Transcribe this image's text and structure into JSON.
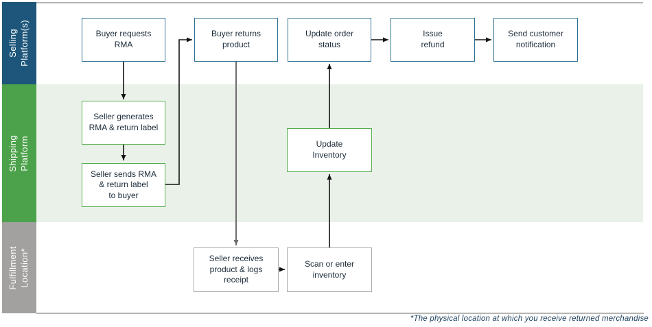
{
  "colors": {
    "band_blue": "#1d567a",
    "band_green": "#4ca24a",
    "band_gray": "#a2a19f",
    "lane_green_bg": "#e9f1e8",
    "border_blue": "#2e7093",
    "border_green": "#58ae52",
    "border_gray": "#ababab",
    "arrow": "#141414",
    "arrow_gray": "#6d6d6d",
    "text": "#1b2a38",
    "footnote_text": "#1c3f5e",
    "divider": "#b5b5b3"
  },
  "lanes": [
    {
      "label": "Selling\nPlatform(s)"
    },
    {
      "label": "Shipping\nPlatform"
    },
    {
      "label": "Fulfillment\nLocation*"
    }
  ],
  "nodes": {
    "buyer_requests_rma": "Buyer requests\nRMA",
    "buyer_returns_product": "Buyer returns\nproduct",
    "update_order_status": "Update order\nstatus",
    "issue_refund": "Issue\nrefund",
    "send_customer_notification": "Send customer\nnotification",
    "seller_generates_rma": "Seller generates\nRMA & return label",
    "seller_sends_rma": "Seller sends RMA\n& return label\nto buyer",
    "update_inventory": "Update\nInventory",
    "seller_receives_product": "Seller receives\nproduct & logs\nreceipt",
    "scan_or_enter_inventory": "Scan or enter\ninventory"
  },
  "footnote": "*The physical location at which you receive returned merchandise"
}
